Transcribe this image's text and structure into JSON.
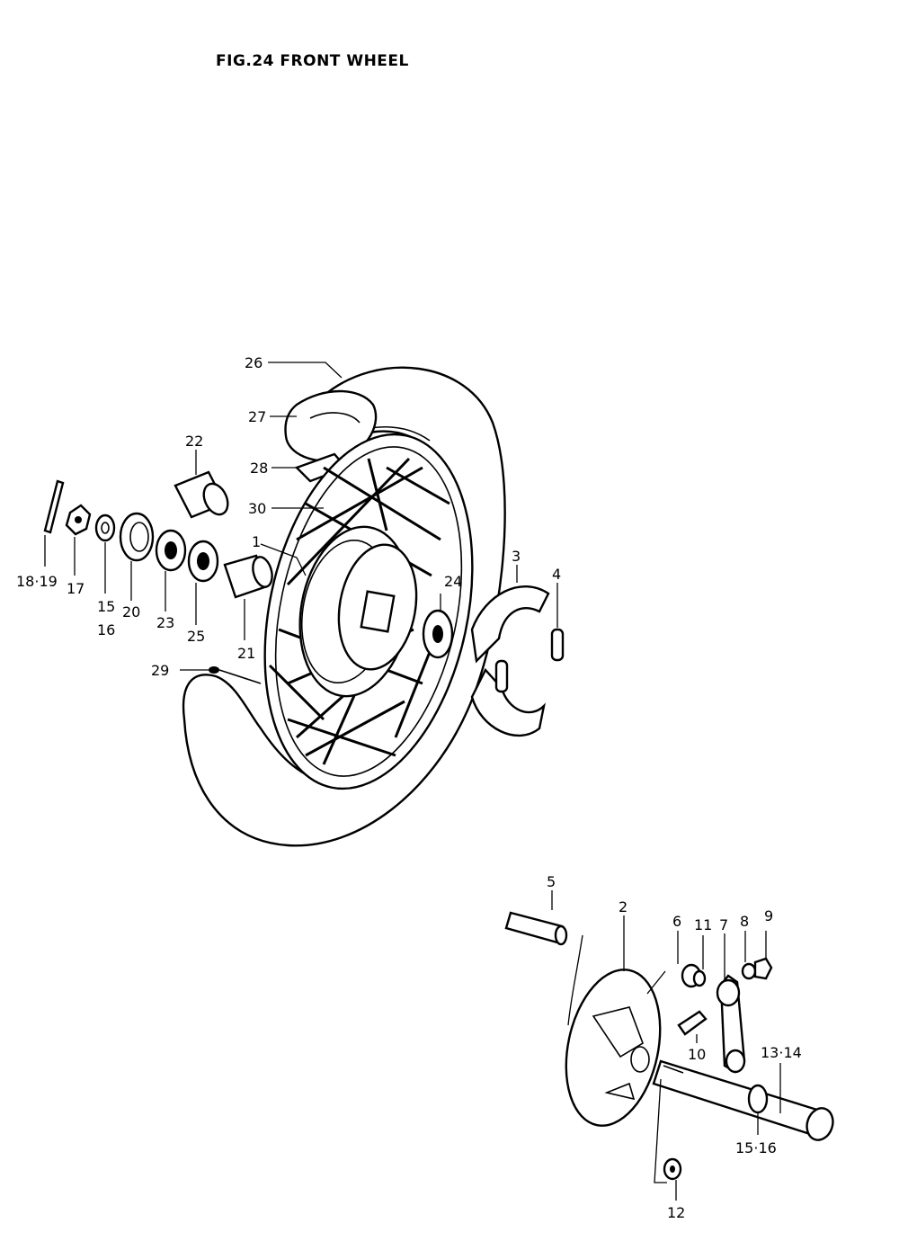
{
  "title": "FIG.24 FRONT WHEEL",
  "labels": {
    "p1": "1",
    "p2": "2",
    "p3": "3",
    "p4": "4",
    "p5": "5",
    "p6": "6",
    "p7": "7",
    "p8": "8",
    "p9": "9",
    "p10": "10",
    "p11": "11",
    "p12": "12",
    "p13_14": "13·14",
    "p15_16a": "15",
    "p15_16b": "16",
    "p15_16": "15·16",
    "p17": "17",
    "p18_19": "18·19",
    "p20": "20",
    "p21": "21",
    "p22": "22",
    "p23": "23",
    "p24": "24",
    "p25": "25",
    "p26": "26",
    "p27": "27",
    "p28": "28",
    "p29": "29",
    "p30": "30"
  }
}
